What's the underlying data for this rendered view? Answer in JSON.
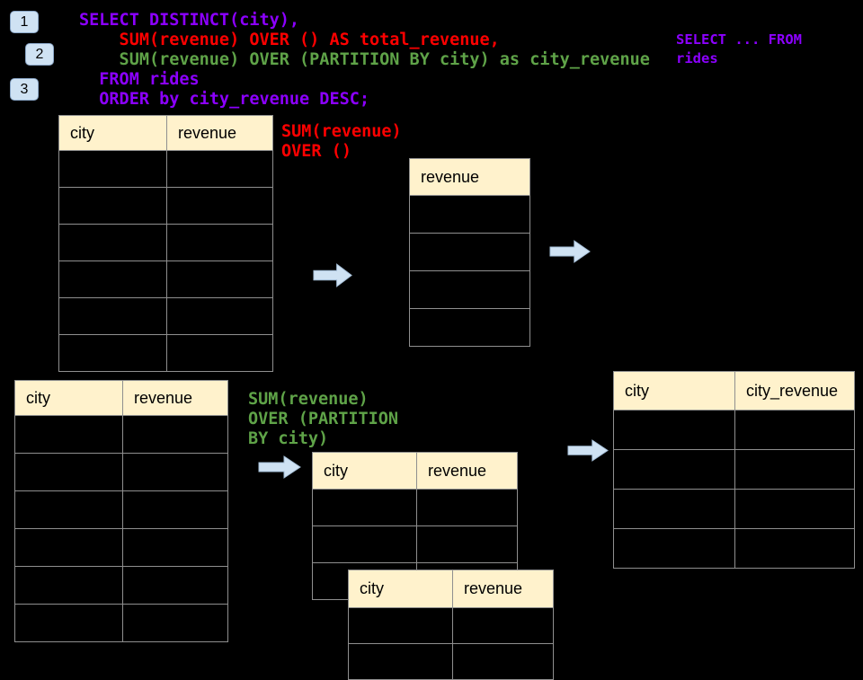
{
  "colors": {
    "purple": "#8C00FF",
    "red": "#FF0000",
    "green": "#5FA348",
    "header_bg": "#FFF2CC",
    "accent_blue": "#CFE2F3"
  },
  "badges": {
    "step1": "1",
    "step2": "2",
    "step3": "3"
  },
  "sql_code": {
    "lines": [
      {
        "text": "SELECT DISTINCT(city),",
        "color": "purple"
      },
      {
        "text": "    SUM(revenue) OVER () AS total_revenue,",
        "color": "red"
      },
      {
        "text": "    SUM(revenue) OVER (PARTITION BY city) as city_revenue",
        "color": "green"
      },
      {
        "text": "  FROM rides",
        "color": "purple"
      },
      {
        "text": "  ORDER by city_revenue DESC;",
        "color": "purple"
      }
    ]
  },
  "side_note": {
    "color": "purple",
    "lines": [
      "SELECT ... FROM",
      "rides"
    ]
  },
  "annotations": {
    "total_note": {
      "color": "red",
      "lines": [
        "SUM(revenue)",
        "OVER ()"
      ]
    },
    "partition_note": {
      "color": "green",
      "lines": [
        "SUM(revenue)",
        "OVER (PARTITION",
        "BY city)"
      ]
    }
  },
  "tables": {
    "rides_top": {
      "columns": [
        "city",
        "revenue"
      ],
      "rows": 6
    },
    "total_revenue_result": {
      "columns": [
        "revenue"
      ],
      "rows": 4
    },
    "rides_bottom": {
      "columns": [
        "city",
        "revenue"
      ],
      "rows": 6
    },
    "partition_group_1": {
      "columns": [
        "city",
        "revenue"
      ],
      "rows": 3
    },
    "partition_group_2": {
      "columns": [
        "city",
        "revenue"
      ],
      "rows": 2
    },
    "city_revenue_result": {
      "columns": [
        "city",
        "city_revenue"
      ],
      "rows": 4
    }
  }
}
